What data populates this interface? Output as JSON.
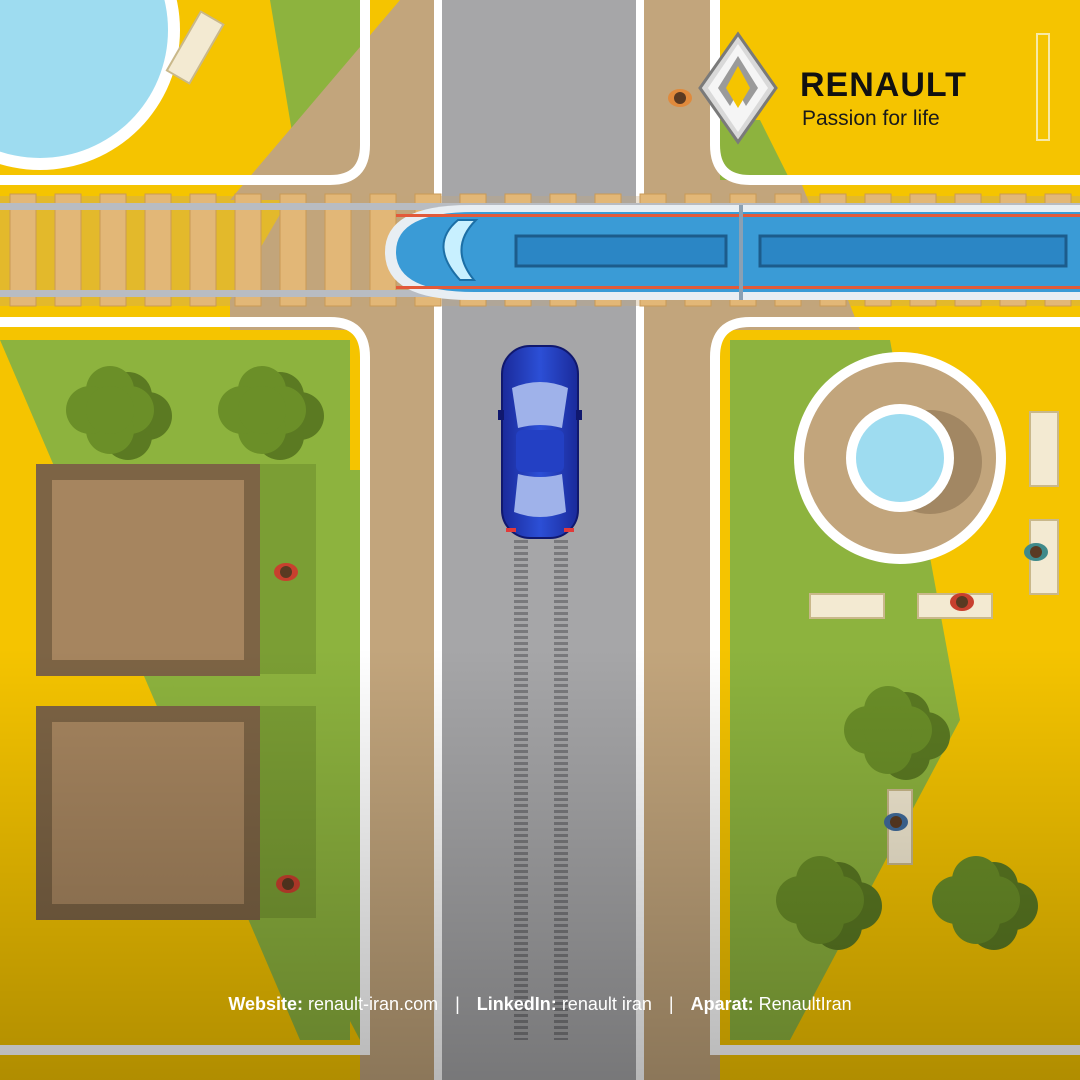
{
  "brand": {
    "logo_icon": "renault-diamond-icon",
    "name": "RENAULT",
    "tagline": "Passion for life"
  },
  "scene": {
    "icons": [
      "train-icon",
      "car-icon",
      "tree-icon",
      "bench-icon",
      "fountain-icon",
      "pedestrian-icon",
      "railway-track-icon"
    ]
  },
  "footer": {
    "website_label": "Website:",
    "website_value": "renault-iran.com",
    "linkedin_label": "LinkedIn:",
    "linkedin_value": "renault iran",
    "aparat_label": "Aparat:",
    "aparat_value": "RenaultIran",
    "separator": "|"
  },
  "colors": {
    "background": "#f5c400",
    "grass": "#8db33e",
    "road": "#a6a6a8",
    "dirt": "#c2a57c",
    "train": "#3a9bd6",
    "car": "#1f3fbf",
    "water": "#9edcf0",
    "building": "#a6855f"
  }
}
